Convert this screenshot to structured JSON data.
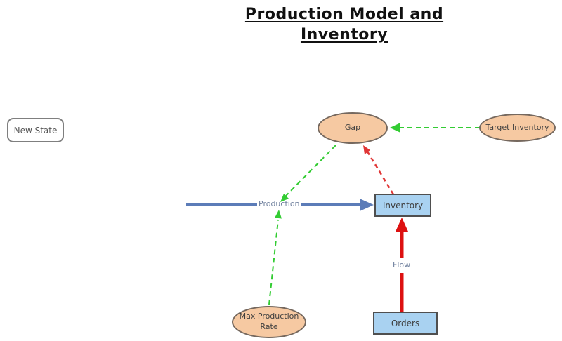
{
  "title": {
    "line1": "Production Model and",
    "line2": "Inventory"
  },
  "controls": {
    "new_state_label": "New State"
  },
  "diagram": {
    "nodes": {
      "gap": {
        "label": "Gap"
      },
      "target_inventory": {
        "label": "Target Inventory"
      },
      "max_production_rate": {
        "label": "Max Production Rate"
      },
      "inventory": {
        "label": "Inventory"
      },
      "orders": {
        "label": "Orders"
      }
    },
    "edge_labels": {
      "production": "Production",
      "flow": "Flow"
    },
    "colors": {
      "ellipse_fill": "#F6C9A2",
      "ellipse_border": "#75685E",
      "rect_fill": "#A9D2F1",
      "rect_border": "#4F4F4F",
      "flow_blue": "#5C7CB8",
      "flow_red": "#DD1111",
      "dependency_green": "#33CC33",
      "dependency_red": "#E03535",
      "edge_label_text": "#6E7F9D",
      "node_text": "#3F3F3F",
      "title_text": "#111111",
      "button_border": "#7F7F7F",
      "button_text": "#555555"
    }
  }
}
